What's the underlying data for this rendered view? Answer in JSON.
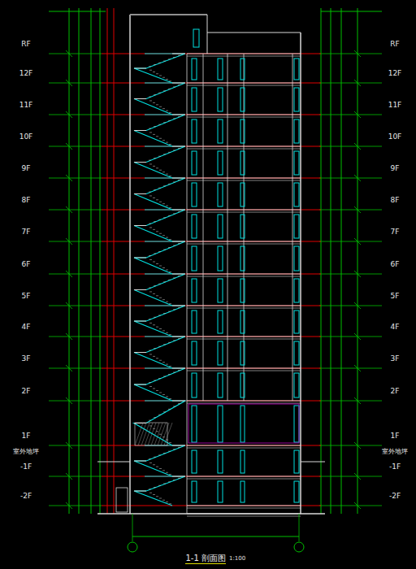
{
  "diagram": {
    "caption": "1-1 剖面图",
    "labels": [
      "RF",
      "12F",
      "11F",
      "10F",
      "9F",
      "8F",
      "7F",
      "6F",
      "5F",
      "4F",
      "3F",
      "2F",
      "1F",
      "室外地坪",
      "-1F",
      "-2F",
      "RF",
      "12F",
      "11F",
      "10F",
      "9F",
      "8F",
      "7F",
      "6F",
      "5F",
      "4F",
      "3F",
      "2F",
      "1F",
      "室外地坪",
      "-1F",
      "-2F",
      "1:100"
    ]
  }
}
